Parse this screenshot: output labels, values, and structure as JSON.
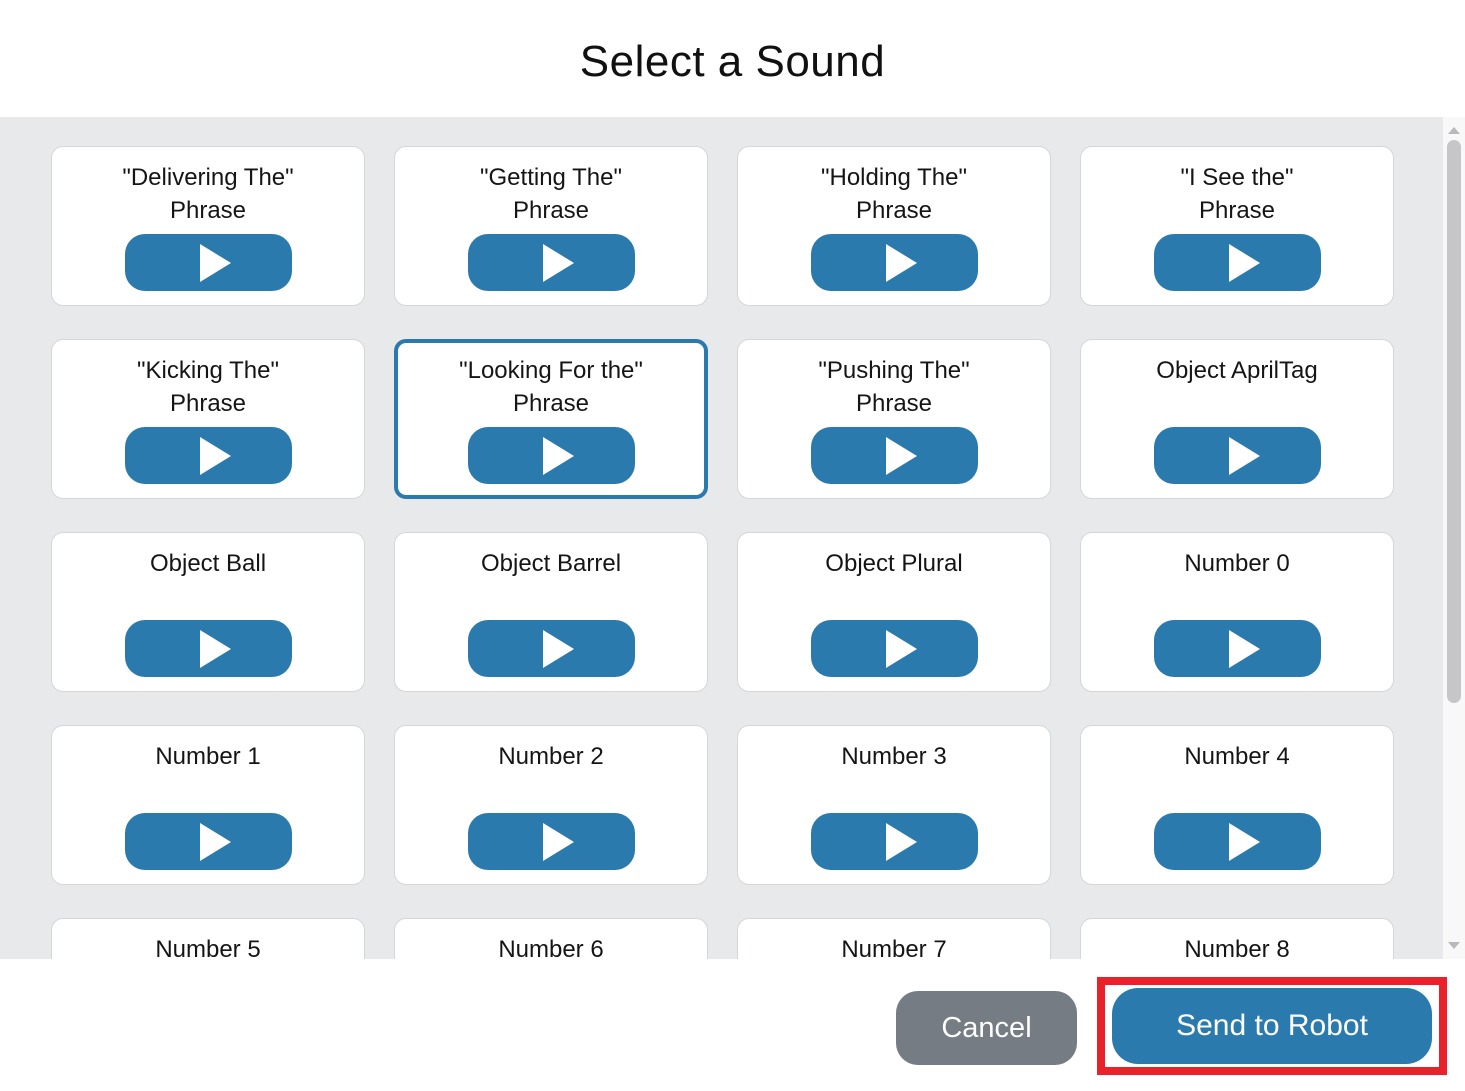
{
  "dialog": {
    "title": "Select a Sound",
    "colors": {
      "accent_blue": "#2b7aad",
      "cancel_gray": "#757c84",
      "annotation_red": "#e8212b",
      "body_gray": "#e8e9eb"
    },
    "sounds": [
      {
        "title": "\"Delivering The\"\nPhrase",
        "selected": false
      },
      {
        "title": "\"Getting The\"\nPhrase",
        "selected": false
      },
      {
        "title": "\"Holding The\"\nPhrase",
        "selected": false
      },
      {
        "title": "\"I See the\"\nPhrase",
        "selected": false
      },
      {
        "title": "\"Kicking The\"\nPhrase",
        "selected": false
      },
      {
        "title": "\"Looking For the\"\nPhrase",
        "selected": true
      },
      {
        "title": "\"Pushing The\"\nPhrase",
        "selected": false
      },
      {
        "title": "Object AprilTag",
        "selected": false
      },
      {
        "title": "Object Ball",
        "selected": false
      },
      {
        "title": "Object Barrel",
        "selected": false
      },
      {
        "title": "Object Plural",
        "selected": false
      },
      {
        "title": "Number 0",
        "selected": false
      },
      {
        "title": "Number 1",
        "selected": false
      },
      {
        "title": "Number 2",
        "selected": false
      },
      {
        "title": "Number 3",
        "selected": false
      },
      {
        "title": "Number 4",
        "selected": false
      },
      {
        "title": "Number 5",
        "selected": false
      },
      {
        "title": "Number 6",
        "selected": false
      },
      {
        "title": "Number 7",
        "selected": false
      },
      {
        "title": "Number 8",
        "selected": false
      }
    ],
    "icons": {
      "play": "play-icon",
      "scroll_up": "scroll-up-icon",
      "scroll_down": "scroll-down-icon"
    },
    "footer": {
      "cancel_label": "Cancel",
      "send_label": "Send to Robot"
    }
  }
}
